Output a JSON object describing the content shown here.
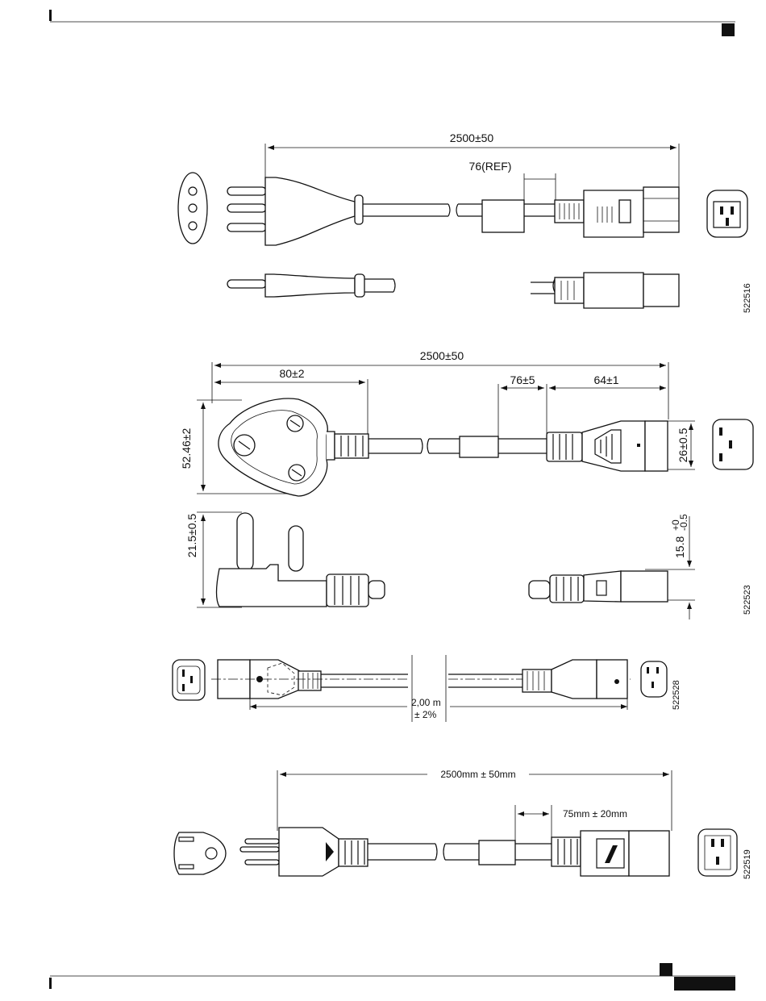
{
  "figures": [
    {
      "id": "522516",
      "dims": {
        "overall": "2500±50",
        "ref": "76(REF)"
      }
    },
    {
      "id": "522523",
      "dims": {
        "overall": "2500±50",
        "plug_len": "80±2",
        "sleeve": "76±5",
        "conn_len": "64±1",
        "plug_height": "52.46±2",
        "conn_height": "26±0.5",
        "pin_len": "21.5±0.5",
        "conn_depth": "15.8",
        "conn_depth_tol_plus": "+0",
        "conn_depth_tol_minus": "-0.5"
      }
    },
    {
      "id": "522528",
      "dims": {
        "length": "2,00 m",
        "tol": "± 2%"
      }
    },
    {
      "id": "522519",
      "dims": {
        "overall": "2500mm ± 50mm",
        "sleeve": "75mm ± 20mm"
      }
    }
  ]
}
